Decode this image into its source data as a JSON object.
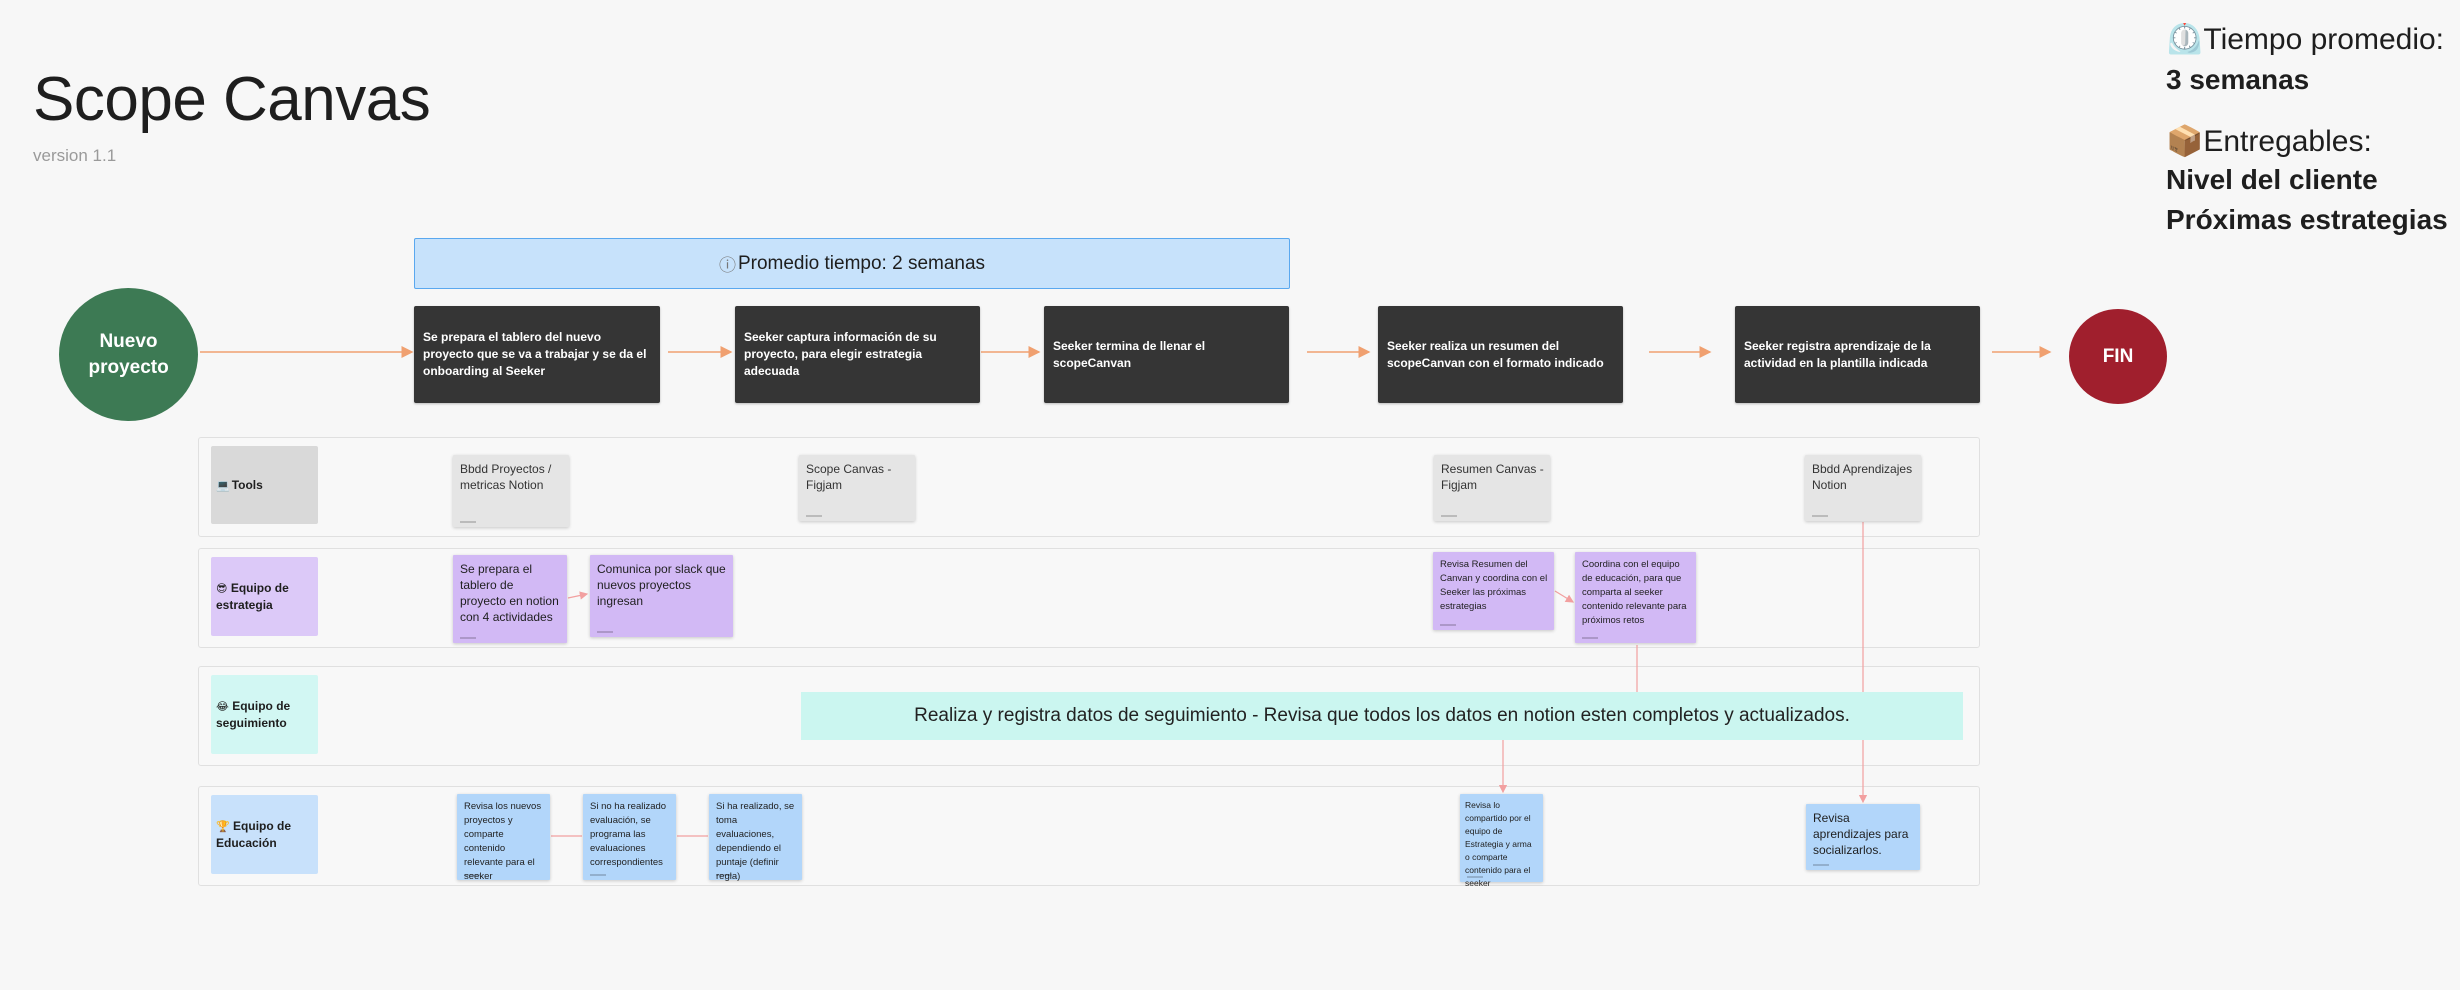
{
  "header": {
    "title": "Scope Canvas",
    "version": "version 1.1"
  },
  "summary": {
    "time_icon": "⏲️",
    "time_label": "Tiempo promedio:",
    "time_value": "3 semanas",
    "deliverables_icon": "📦",
    "deliverables_label": "Entregables:",
    "deliverables": [
      "Nivel del cliente",
      "Próximas estrategias"
    ]
  },
  "banner": {
    "icon": "ⓘ",
    "text": "Promedio tiempo: 2 semanas"
  },
  "flow": {
    "start": "Nuevo proyecto",
    "end": "FIN",
    "steps": [
      "Se prepara el tablero del nuevo proyecto que se va a trabajar y se da el onboarding al Seeker",
      "Seeker captura información de su proyecto, para elegir estrategia adecuada",
      "Seeker termina de llenar el scopeCanvan",
      "Seeker realiza un resumen del scopeCanvan con el formato indicado",
      "Seeker registra aprendizaje de la actividad en la plantilla indicada"
    ]
  },
  "lanes": {
    "tools": {
      "icon": "💻",
      "label": "Tools",
      "notes": [
        "Bbdd Proyectos / metricas Notion",
        "Scope Canvas - Figjam",
        "Resumen Canvas - Figjam",
        "Bbdd Aprendizajes Notion"
      ]
    },
    "strategy": {
      "icon": "😎",
      "label": "Equipo de estrategia",
      "notes": [
        "Se prepara el tablero de proyecto en notion con 4 actividades",
        "Comunica por slack que nuevos proyectos ingresan",
        "Revisa Resumen del Canvan y coordina con el Seeker las próximas estrategias",
        "Coordina con el equipo de educación, para que comparta al seeker contenido relevante para próximos retos"
      ]
    },
    "tracking": {
      "icon": "😂",
      "label": "Equipo de seguimiento",
      "bar": "Realiza y registra datos de seguimiento - Revisa que todos los datos en notion esten completos y actualizados."
    },
    "education": {
      "icon": "🏆",
      "label": "Equipo de Educación",
      "notes": [
        "Revisa los nuevos proyectos y comparte contenido relevante para el seeker",
        "Si no ha realizado evaluación, se programa las evaluaciones correspondientes",
        "Si ha realizado, se toma evaluaciones, dependiendo el puntaje (definir regla)",
        "Revisa lo compartido por el equipo de Estrategia y arma o comparte contenido para el seeker",
        "Revisa aprendizajes para socializarlos."
      ]
    }
  },
  "colors": {
    "start": "#3d7a54",
    "end": "#a01f2d",
    "step": "#353535",
    "arrow": "#f0a070",
    "connector": "#f2a0a0"
  }
}
